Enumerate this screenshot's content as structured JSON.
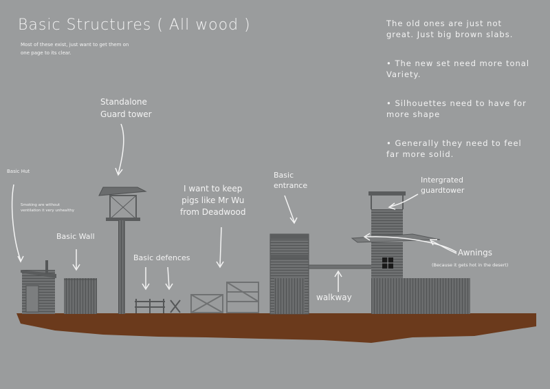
{
  "title": "Basic Structures ( All wood )",
  "subtitle": "Most of these exist, just want to get them on\none page to its clear.",
  "notes": {
    "heading": "The old ones are just not\ngreat. Just big brown slabs.",
    "items": [
      "• The new set need more tonal\n  Variety.",
      "• Silhouettes need to have for\n  more shape",
      "• Generally they need to feel\n  far more solid."
    ]
  },
  "labels": {
    "basic_hut": "Basic Hut",
    "smoking": "Smoking are without\nventilation it very unhealthy",
    "basic_wall": "Basic Wall",
    "guard_tower": "Standalone\nGuard tower",
    "basic_defences": "Basic defences",
    "pigs_note": "I want to keep\npigs like Mr Wu\nfrom Deadwood",
    "basic_entrance": "Basic\nentrance",
    "walkway": "walkway",
    "integrated_tower": "Intergrated\nguardtower",
    "awnings": "Awnings",
    "awnings_note": "(Because it gets hot in the desert)"
  },
  "colors": {
    "background": "#9a9c9d",
    "ground": "#6b3a1c",
    "wood_dark": "#5f6162",
    "wood_mid": "#777a7b",
    "annotation": "#f4f4f4"
  }
}
